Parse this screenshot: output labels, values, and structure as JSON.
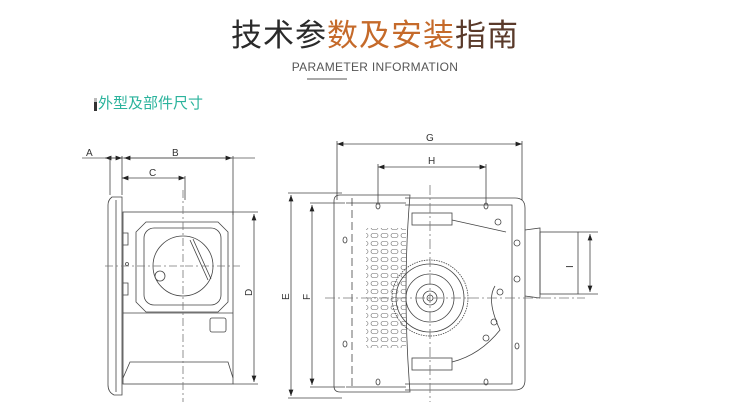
{
  "header": {
    "title_parts": [
      {
        "text": "技术参",
        "color": "#2a2a2a"
      },
      {
        "text": "数及安装",
        "color": "#c56a2a"
      },
      {
        "text": "指南",
        "color": "#5a3a2a"
      }
    ],
    "subtitle": "PARAMETER INFORMATION"
  },
  "section": {
    "title": "外型及部件尺寸",
    "color": "#2bb39c"
  },
  "diagram": {
    "side_view_labels": {
      "a": "A",
      "b": "B",
      "c": "C",
      "d": "D"
    },
    "front_view_labels": {
      "e": "E",
      "f": "F",
      "g": "G",
      "h": "H",
      "i": "I"
    }
  }
}
